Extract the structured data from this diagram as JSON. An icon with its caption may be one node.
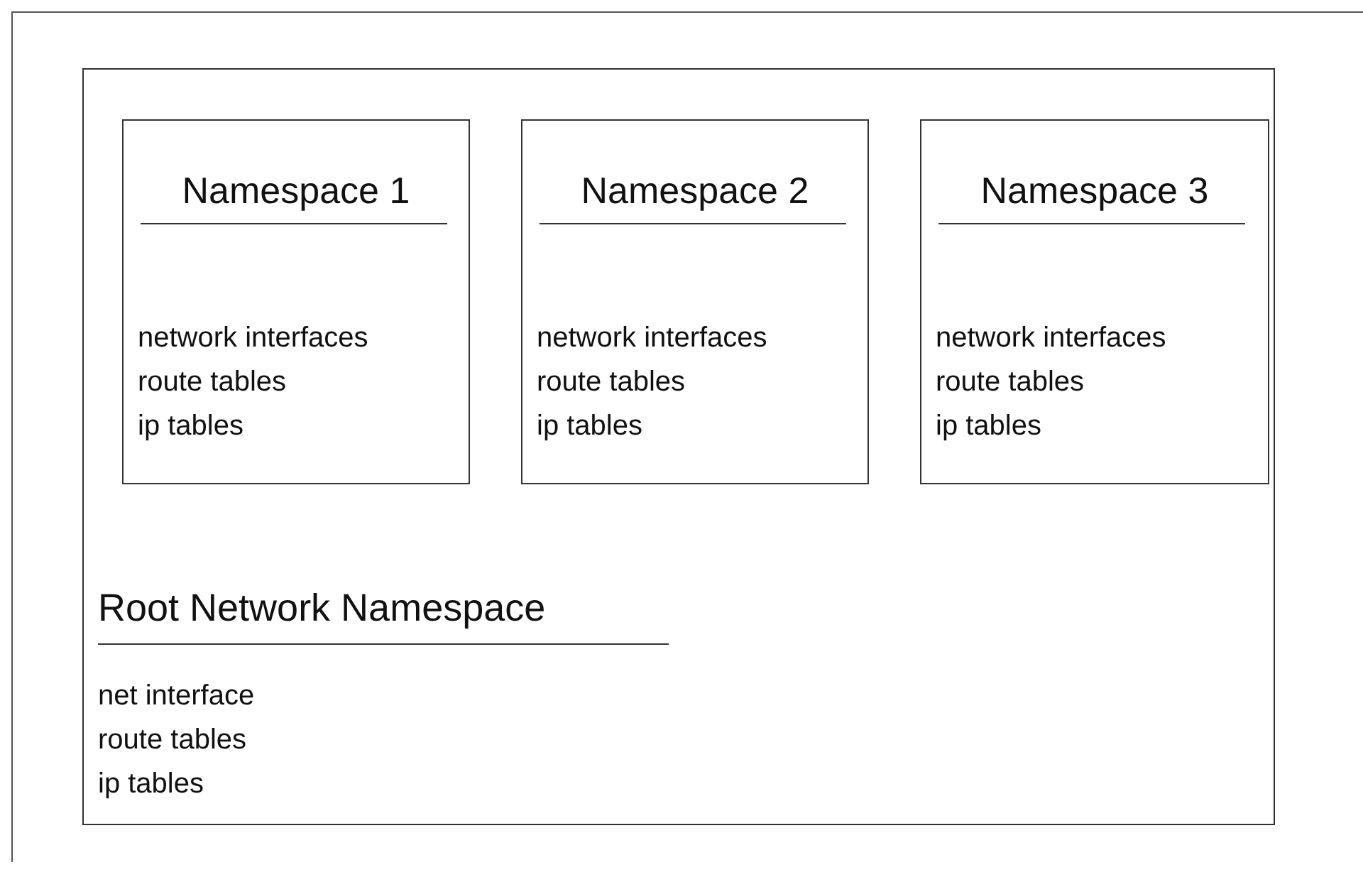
{
  "diagram": {
    "nodes": [
      {
        "text": [
          "Root Network Namespace",
          "net interface",
          "route tables",
          "ip tables"
        ]
      },
      {
        "text": [
          "Namespace 1",
          "network interfaces",
          "route tables",
          "ip tables"
        ],
        "in": 0
      },
      {
        "text": [
          "Namespace 2",
          "network interfaces",
          "route tables",
          "ip tables"
        ],
        "in": 0
      },
      {
        "text": [
          "Namespace 3",
          "network interfaces",
          "route tables",
          "ip tables"
        ],
        "in": 0
      }
    ]
  }
}
